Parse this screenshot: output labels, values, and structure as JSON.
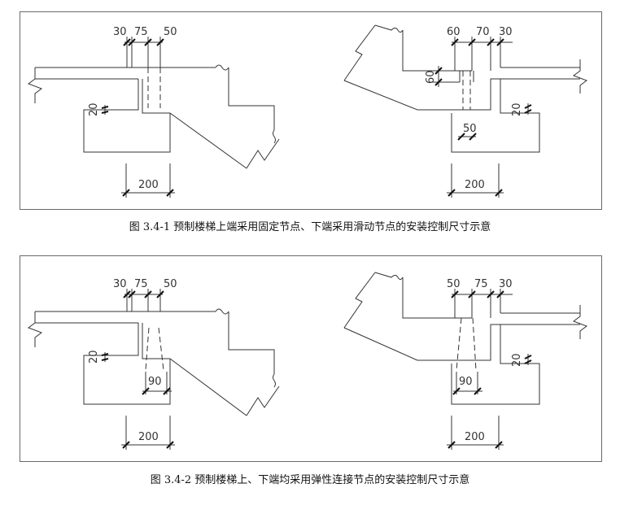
{
  "figure1": {
    "caption": "图 3.4-1  预制楼梯上端采用固定节点、下端采用滑动节点的安装控制尺寸示意",
    "left": {
      "d1": "30",
      "d2": "75",
      "d3": "50",
      "gap": "20",
      "support": "200"
    },
    "right": {
      "d1": "60",
      "d2": "70",
      "d3": "30",
      "vert": "60",
      "gap": "20",
      "width": "50",
      "support": "200"
    }
  },
  "figure2": {
    "caption": "图 3.4-2  预制楼梯上、下端均采用弹性连接节点的安装控制尺寸示意",
    "left": {
      "d1": "30",
      "d2": "75",
      "d3": "50",
      "gap": "20",
      "width": "90",
      "support": "200"
    },
    "right": {
      "d1": "50",
      "d2": "75",
      "d3": "30",
      "gap": "20",
      "width": "90",
      "support": "200"
    }
  }
}
